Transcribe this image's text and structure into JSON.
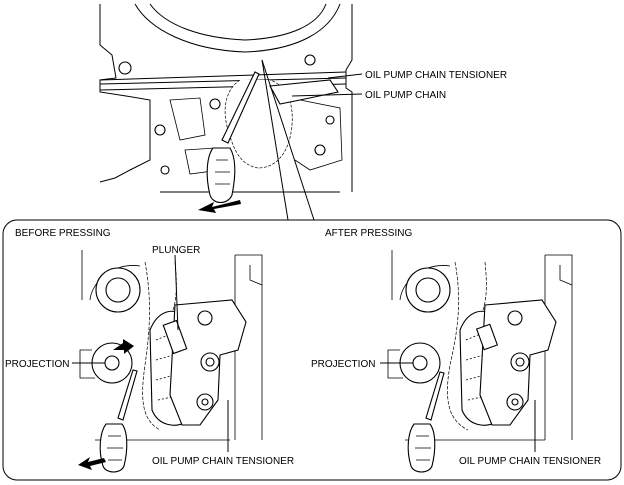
{
  "labels": {
    "top_tensioner": "OIL PUMP CHAIN TENSIONER",
    "top_chain": "OIL PUMP CHAIN",
    "before_title": "BEFORE PRESSING",
    "after_title": "AFTER PRESSING",
    "plunger": "PLUNGER",
    "projection_before": "PROJECTION",
    "projection_after": "PROJECTION",
    "tensioner_before": "OIL PUMP CHAIN TENSIONER",
    "tensioner_after": "OIL PUMP CHAIN TENSIONER"
  }
}
